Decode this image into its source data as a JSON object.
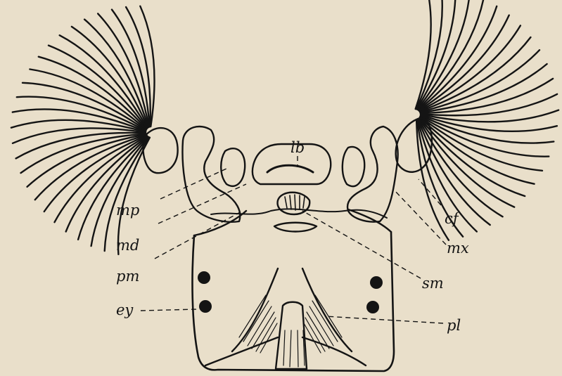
{
  "diagram": {
    "labels": {
      "lb": "lb",
      "mp": "mp",
      "md": "md",
      "pm": "pm",
      "ey": "ey",
      "cf": "cf",
      "mx": "mx",
      "sm": "sm",
      "pl": "pl"
    },
    "colors": {
      "paper": "#e9dfca",
      "ink": "#141414"
    }
  }
}
